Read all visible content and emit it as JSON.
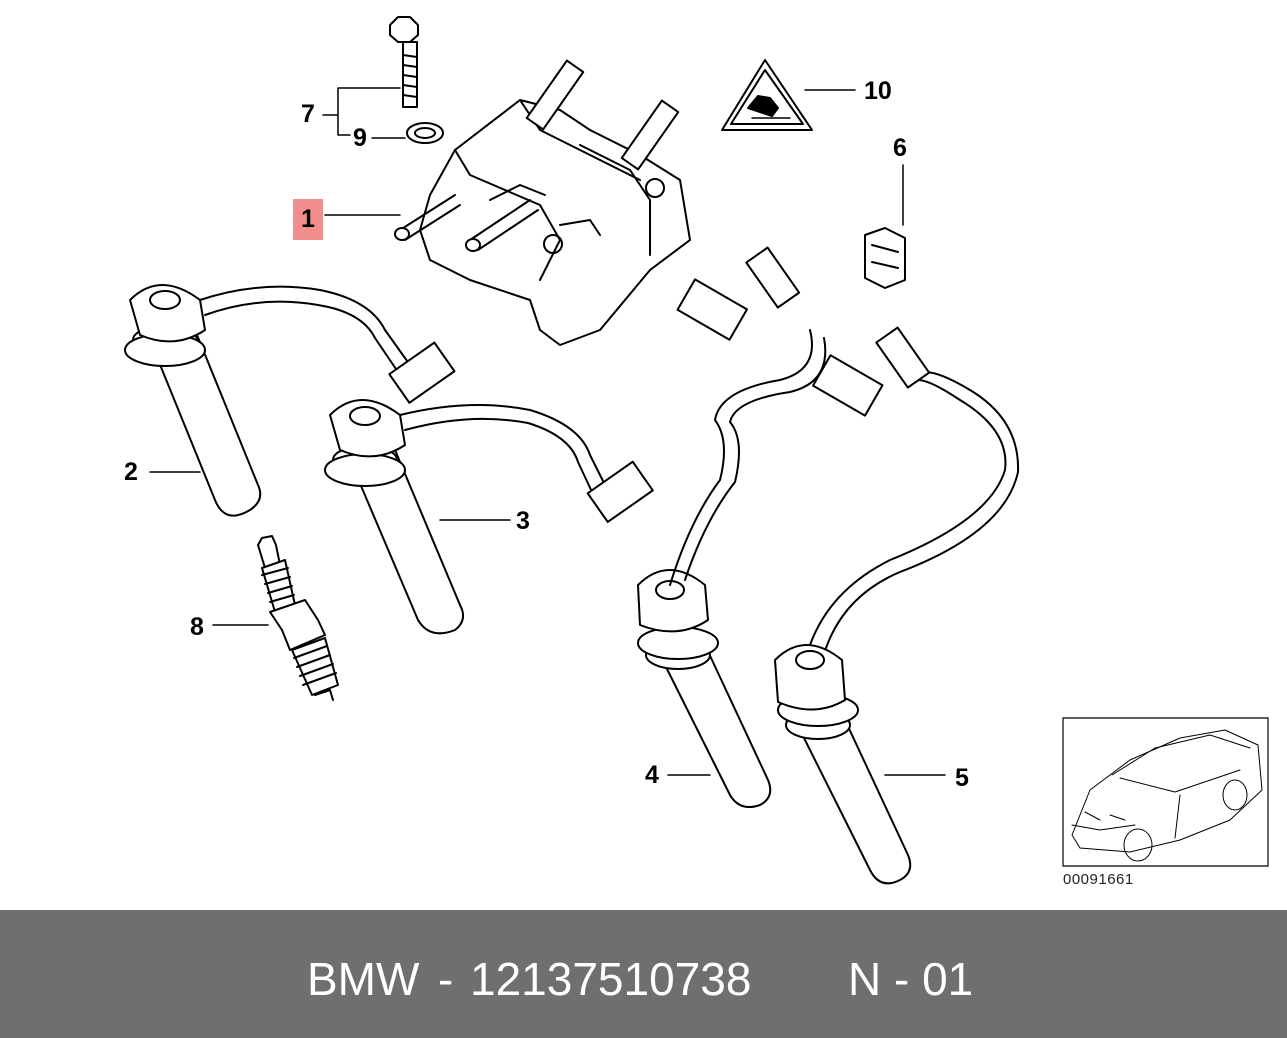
{
  "callouts": [
    {
      "id": "1",
      "label": "1",
      "highlighted": true
    },
    {
      "id": "2",
      "label": "2"
    },
    {
      "id": "3",
      "label": "3"
    },
    {
      "id": "4",
      "label": "4"
    },
    {
      "id": "5",
      "label": "5"
    },
    {
      "id": "6",
      "label": "6"
    },
    {
      "id": "7",
      "label": "7"
    },
    {
      "id": "8",
      "label": "8"
    },
    {
      "id": "9",
      "label": "9"
    },
    {
      "id": "10",
      "label": "10"
    }
  ],
  "diagram_code": "00091661",
  "footer": {
    "brand": "BMW",
    "separator": "-",
    "part_number": "12137510738",
    "position": "N - 01"
  },
  "colors": {
    "highlight": "#f08e8e",
    "footer_bg": "#6f6f6f",
    "footer_text": "#ffffff",
    "line": "#000000"
  },
  "icons": [
    "ignition-coil",
    "ignition-lead",
    "spark-plug",
    "bolt",
    "washer",
    "clip",
    "warning-triangle-icon",
    "car-thumbnail"
  ]
}
